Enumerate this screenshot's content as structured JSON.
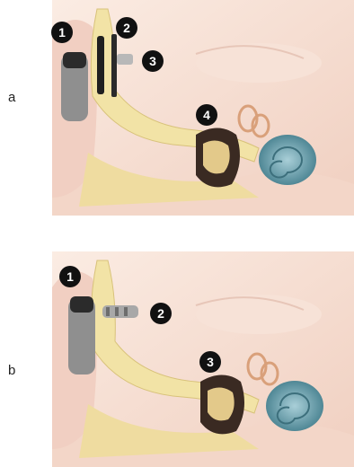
{
  "panels": [
    {
      "label": "a",
      "markers": [
        "1",
        "2",
        "3",
        "4"
      ]
    },
    {
      "label": "b",
      "markers": [
        "1",
        "2",
        "3"
      ]
    }
  ],
  "colors": {
    "skin": "#f6ddd0",
    "skin_shadow": "#e9bfb0",
    "bone": "#f2e3a6",
    "tissue": "#e8c59a",
    "cochlea": "#5f98a6",
    "dark": "#3a2a22",
    "device_gray": "#8f8f8f",
    "marker": "#111111"
  }
}
